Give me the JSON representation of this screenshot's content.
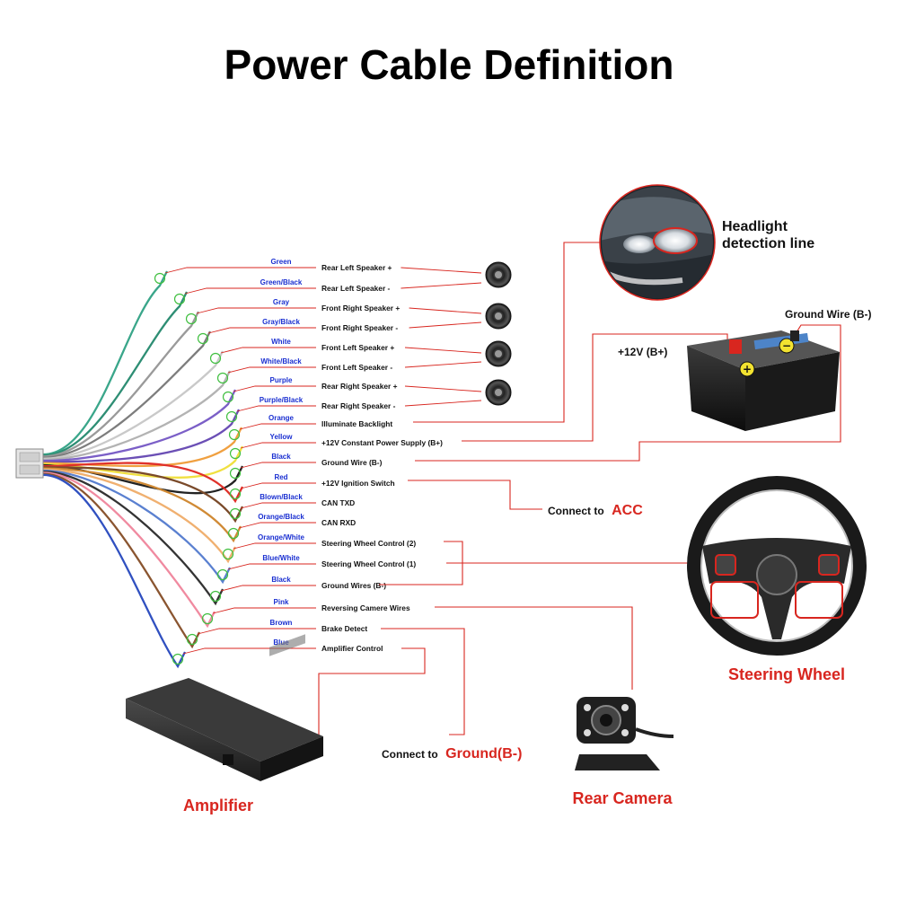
{
  "title": "Power Cable Definition",
  "wires": [
    {
      "color_name": "Green",
      "hex": "#3aa68a",
      "function": "Rear Left Speaker +"
    },
    {
      "color_name": "Green/Black",
      "hex": "#2e8e74",
      "function": "Rear Left Speaker -"
    },
    {
      "color_name": "Gray",
      "hex": "#9a9a9a",
      "function": "Front Right Speaker +"
    },
    {
      "color_name": "Gray/Black",
      "hex": "#7d7d7d",
      "function": "Front Right Speaker -"
    },
    {
      "color_name": "White",
      "hex": "#c9c9c9",
      "function": "Front Left Speaker +"
    },
    {
      "color_name": "White/Black",
      "hex": "#b3b3b3",
      "function": "Front Left Speaker -"
    },
    {
      "color_name": "Purple",
      "hex": "#7b5fc7",
      "function": "Rear Right Speaker +"
    },
    {
      "color_name": "Purple/Black",
      "hex": "#6b4fb5",
      "function": "Rear Right Speaker -"
    },
    {
      "color_name": "Orange",
      "hex": "#f0a040",
      "function": "Illuminate Backlight"
    },
    {
      "color_name": "Yellow",
      "hex": "#f0e040",
      "function": "+12V Constant Power Supply (B+)"
    },
    {
      "color_name": "Black",
      "hex": "#222222",
      "function": "Ground Wire (B-)"
    },
    {
      "color_name": "Red",
      "hex": "#e0312a",
      "function": "+12V  Ignition Switch"
    },
    {
      "color_name": "Blown/Black",
      "hex": "#7a4a2a",
      "function": "CAN TXD"
    },
    {
      "color_name": "Orange/Black",
      "hex": "#d08a35",
      "function": "CAN RXD"
    },
    {
      "color_name": "Orange/White",
      "hex": "#f0b070",
      "function": "Steering Wheel Control (2)"
    },
    {
      "color_name": "Blue/White",
      "hex": "#5a80d0",
      "function": "Steering Wheel Control (1)"
    },
    {
      "color_name": "Black",
      "hex": "#333333",
      "function": "Ground Wires (B-)"
    },
    {
      "color_name": "Pink",
      "hex": "#f08aa0",
      "function": "Reversing Camere Wires"
    },
    {
      "color_name": "Brown",
      "hex": "#8a5530",
      "function": "Brake Detect"
    },
    {
      "color_name": "Blue",
      "hex": "#3050c0",
      "function": "Amplifier Control"
    }
  ],
  "headlight": {
    "label_line1": "Headlight",
    "label_line2": "detection line"
  },
  "battery": {
    "positive_label": "+12V  (B+)",
    "ground_label": "Ground Wire (B-)"
  },
  "acc": {
    "prefix": "Connect to",
    "label": "ACC"
  },
  "ground": {
    "prefix": "Connect to",
    "label": "Ground(B-)"
  },
  "steering_wheel": {
    "label": "Steering Wheel"
  },
  "amplifier": {
    "label": "Amplifier"
  },
  "rear_camera": {
    "label": "Rear Camera"
  },
  "accent_red": "#d8261f",
  "label_blue": "#1a2fd1"
}
